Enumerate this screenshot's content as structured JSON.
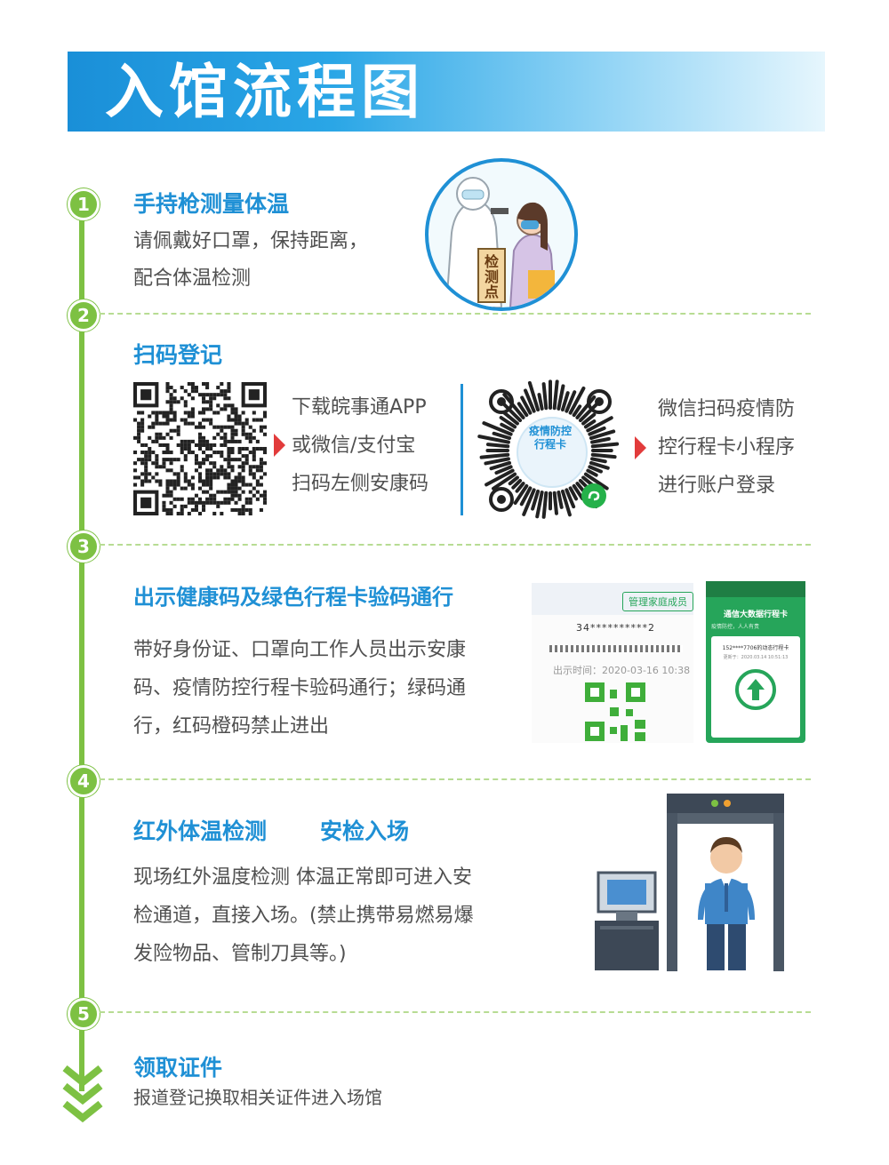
{
  "title": "入馆流程图",
  "steps": [
    {
      "number": "1",
      "heading": "手持枪测量体温",
      "lines": [
        "请佩戴好口罩，保持距离，",
        "配合体温检测"
      ],
      "sign": "检测点"
    },
    {
      "number": "2",
      "heading": "扫码登记",
      "left_lines": [
        "下载皖事通APP",
        "或微信/支付宝",
        "扫码左侧安康码"
      ],
      "miniprogram_label": [
        "疫情防控",
        "行程卡"
      ],
      "right_lines": [
        "微信扫码疫情防",
        "控行程卡小程序",
        "进行账户登录"
      ]
    },
    {
      "number": "3",
      "heading": "出示健康码及绿色行程卡验码通行",
      "lines": [
        "带好身份证、口罩向工作人员出示安康",
        "码、疫情防控行程卡验码通行；绿码通",
        "行，红码橙码禁止进出"
      ],
      "health_code": {
        "manage_button": "管理家庭成员",
        "id_masked": "34**********2",
        "time_label": "出示时间：2020-03-16 10:38"
      },
      "trip_card": {
        "title": "通信大数据行程卡",
        "subtitle": "疫情防控，人人有责",
        "phone": "152****7706的动态行程卡",
        "update": "更新于：2020.03.14 10:51:13"
      }
    },
    {
      "number": "4",
      "heading_a": "红外体温检测",
      "heading_b": "安检入场",
      "lines": [
        "现场红外温度检测  体温正常即可进入安",
        "检通道，直接入场。(禁止携带易燃易爆",
        "发险物品、管制刀具等。)"
      ]
    },
    {
      "number": "5",
      "heading": "领取证件",
      "lines": [
        "报道登记换取相关证件进入场馆"
      ]
    }
  ],
  "colors": {
    "accent_blue": "#1f90d5",
    "timeline_green": "#7dc143",
    "arrow_red": "#e23b3b",
    "card_green": "#26a55a"
  }
}
